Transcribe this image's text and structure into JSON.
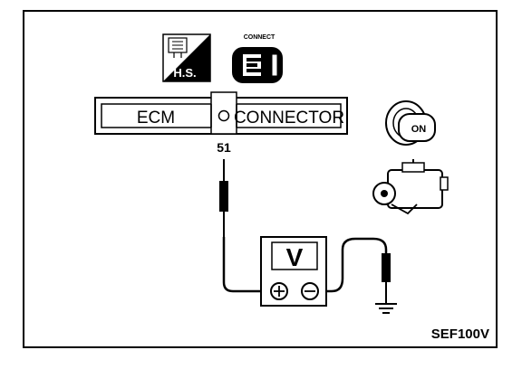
{
  "connector": {
    "left_label": "ECM",
    "right_label": "CONNECTOR",
    "terminal": "51"
  },
  "icons": {
    "hs_label": "H.S.",
    "connect_label": "CONNECT",
    "ignition_label": "ON"
  },
  "meter": {
    "label": "V",
    "plus_symbol": "⊕",
    "minus_symbol": "⊖"
  },
  "reference": "SEF100V"
}
